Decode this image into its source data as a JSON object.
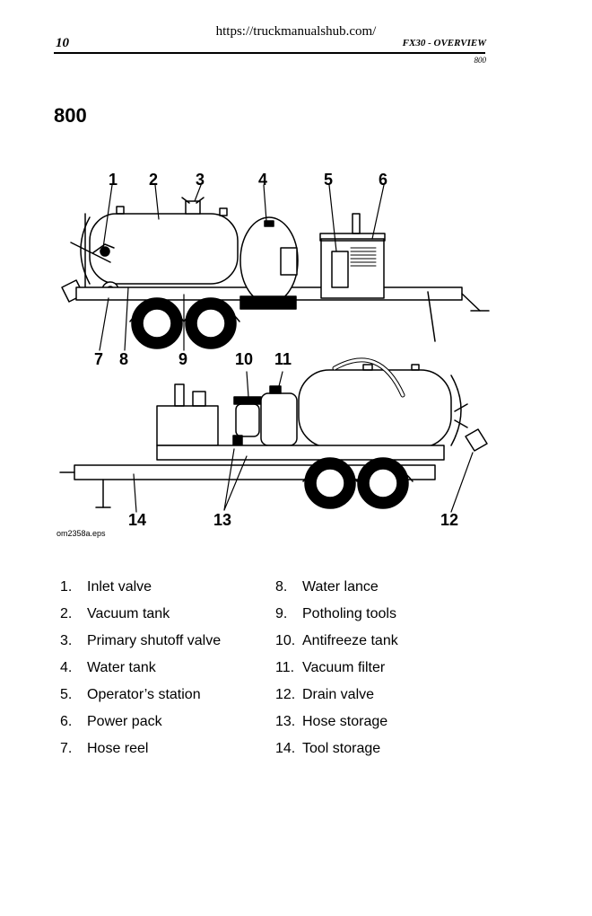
{
  "header": {
    "url": "https://truckmanualshub.com/",
    "page_number": "10",
    "running_title": "FX30 - OVERVIEW",
    "section_code": "800"
  },
  "section_title": "800",
  "figure": {
    "file_label": "om2358a.eps",
    "callouts": [
      "1",
      "2",
      "3",
      "4",
      "5",
      "6",
      "7",
      "8",
      "9",
      "10",
      "11",
      "12",
      "13",
      "14"
    ]
  },
  "legend": {
    "left": [
      {
        "num": "1.",
        "label": "Inlet valve"
      },
      {
        "num": "2.",
        "label": "Vacuum tank"
      },
      {
        "num": "3.",
        "label": "Primary shutoff valve"
      },
      {
        "num": "4.",
        "label": "Water tank"
      },
      {
        "num": "5.",
        "label": "Operator’s station"
      },
      {
        "num": "6.",
        "label": "Power pack"
      },
      {
        "num": "7.",
        "label": "Hose reel"
      }
    ],
    "right": [
      {
        "num": "8.",
        "label": "Water lance"
      },
      {
        "num": "9.",
        "label": "Potholing tools"
      },
      {
        "num": "10.",
        "label": "Antifreeze tank"
      },
      {
        "num": "11.",
        "label": "Vacuum filter"
      },
      {
        "num": "12.",
        "label": "Drain valve"
      },
      {
        "num": "13.",
        "label": "Hose storage"
      },
      {
        "num": "14.",
        "label": "Tool storage"
      }
    ]
  }
}
